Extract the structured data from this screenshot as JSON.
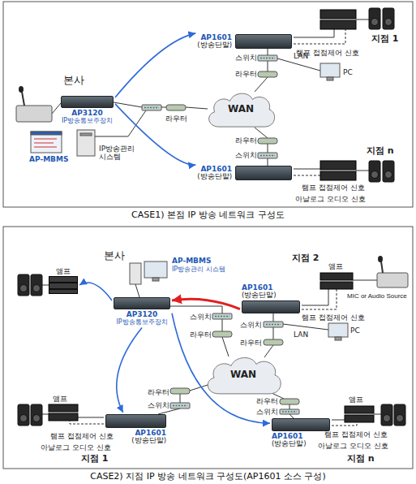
{
  "diagram": {
    "nodes": [
      {
        "text": [
          "AP1601",
          "(방송단말)"
        ]
      },
      {
        "text": [
          "AP3120",
          "IP방송통보주장치"
        ]
      },
      {
        "text": [
          "WAN"
        ]
      },
      {
        "text": [
          "AP1601",
          "(방송단말)"
        ]
      },
      {
        "text": [
          "앰프"
        ]
      },
      {
        "text": [
          "AP3120",
          "IP방송통보주장치"
        ]
      },
      {
        "text": [
          "AP1601",
          "(방송단말)"
        ]
      },
      {
        "text": [
          "WAN"
        ]
      },
      {
        "text": [
          "AP1601",
          "(방송단말)"
        ]
      },
      {
        "text": [
          "AP1601",
          "(방송단말)"
        ]
      }
    ],
    "edges": [
      {
        "from": 1,
        "to": 0,
        "arrow": "to"
      },
      {
        "from": 1,
        "to": 3,
        "arrow": "to"
      },
      {
        "from": 6,
        "to": 5,
        "arrow": "to"
      },
      {
        "from": 5,
        "to": 4,
        "arrow": "to"
      },
      {
        "from": 5,
        "to": 8,
        "arrow": "to"
      },
      {
        "from": 5,
        "to": 9,
        "arrow": "to"
      }
    ],
    "labels": [
      "본사",
      "AP-MBMS",
      "IP방송관리 시스템",
      "라우터",
      "스위치",
      "라우터",
      "LAN",
      "PC",
      "램프 접점제어 신호",
      "지점 1",
      "라우터",
      "스위치",
      "지점 n",
      "램프 접점제어 신호",
      "아날로그 오디오 신호",
      "CASE1) 본점 IP 방송 네트워크 구성도",
      "본사",
      "AP-MBMS",
      "IP방송관리 시스템",
      "지점 2",
      "앰프",
      "MIC or Audio Source",
      "스위치",
      "라우터",
      "램프 접점제어 신호",
      "스위치",
      "LAN",
      "PC",
      "라우터",
      "앰프",
      "라우터",
      "스위치",
      "앰프",
      "라우터",
      "스위치",
      "램프 접점제어 신호",
      "아날로그 오디오 신호",
      "지점 1",
      "램프 접점제어 신호",
      "아날로그 오디오 신호",
      "지점 n",
      "CASE2) 지점 IP 방송 네트워크 구성도(AP1601 소스 구성)"
    ]
  }
}
